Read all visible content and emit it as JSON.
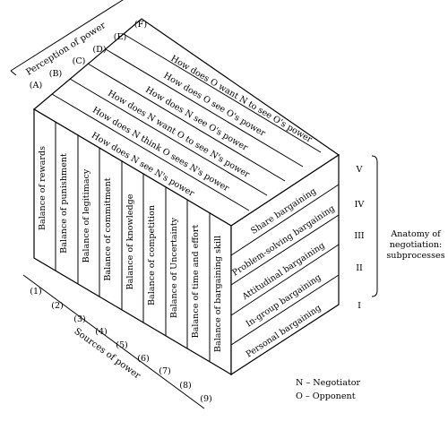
{
  "perception_axis_label": "Perception of power",
  "perception_letters": [
    "(A)",
    "(B)",
    "(C)",
    "(D)",
    "(E)",
    "(F)"
  ],
  "perception_items": [
    "How does N see N's power",
    "How does N think O sees N's power",
    "How does N want O to see N's power",
    "How does N see O's power",
    "How does O see O's power",
    "How does O want N to see O's power"
  ],
  "sources_axis_label": "Sources of power",
  "sources_numbers": [
    "(1)",
    "(2)",
    "(3)",
    "(4)",
    "(5)",
    "(6)",
    "(7)",
    "(8)",
    "(9)"
  ],
  "sources_items": [
    "Balance of rewards",
    "Balance of punishment",
    "Balance of legitimacy",
    "Balance of commitment",
    "Balance of knowledge",
    "Balance of competition",
    "Balance of Uncertainty",
    "Balance of time and effort",
    "Balance of bargaining skill"
  ],
  "subprocess_numerals": [
    "V",
    "IV",
    "III",
    "II",
    "I"
  ],
  "subprocess_items": [
    "Share bargaining",
    "Problem-solving bargaining",
    "Attitudinal bargaining",
    "In-group bargaining",
    "Personal bargaining"
  ],
  "anatomy_label": [
    "Anatomy of",
    "negotiation:",
    "subprocesses"
  ],
  "legend": [
    "N – Negotiator",
    "O – Opponent"
  ]
}
